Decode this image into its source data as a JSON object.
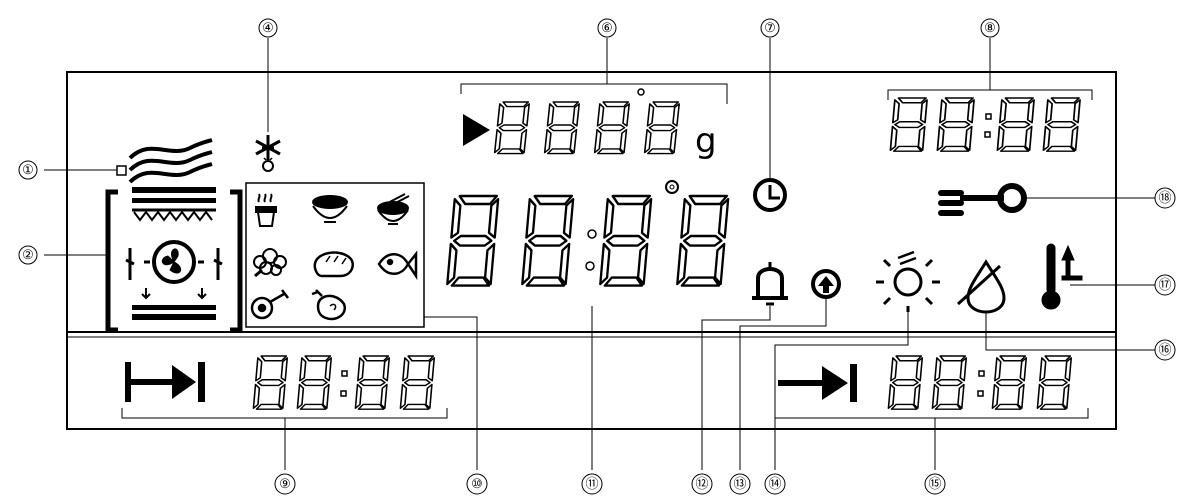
{
  "callouts": {
    "c1": "①",
    "c2": "②",
    "c4": "④",
    "c6": "⑥",
    "c7": "⑦",
    "c8": "⑧",
    "c9": "⑨",
    "c10": "⑩",
    "c11": "⑪",
    "c12": "⑫",
    "c13": "⑬",
    "c14": "⑭",
    "c15": "⑮",
    "c16": "⑯",
    "c17": "⑰",
    "c18": "⑱"
  },
  "weight_unit": "g",
  "icons": {
    "steam": "steam-icon",
    "fan_oven": "fan-oven-icon",
    "defrost": "defrost-icon",
    "food_programs": [
      "soup-icon",
      "bowl-icon",
      "noodles-icon",
      "broccoli-icon",
      "bread-icon",
      "fish-icon",
      "meat-leg-icon",
      "chicken-icon"
    ],
    "clock": "clock-icon",
    "key_lock": "key-lock-icon",
    "temperature_up": "thermometer-up-icon",
    "bell": "bell-icon",
    "up_arrow": "up-arrow-icon",
    "light": "lamp-icon",
    "water": "water-drop-icon",
    "start_delay": "start-arrow-icon",
    "end_time": "end-arrow-icon"
  }
}
